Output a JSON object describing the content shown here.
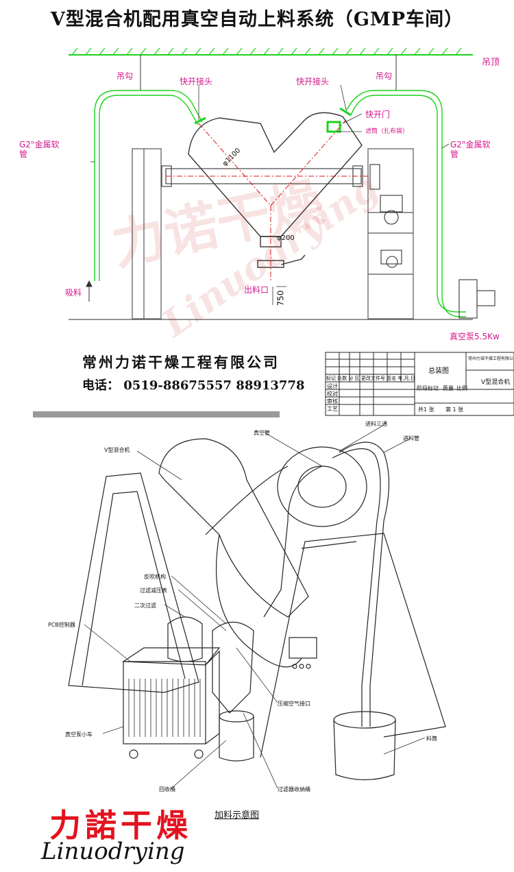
{
  "title": "V型混合机配用真空自动上料系统（GMP车间）",
  "top_diagram": {
    "labels": {
      "ceiling": "吊顶",
      "hook_left": "吊勾",
      "hook_right": "吊勾",
      "quick_coupling_left": "快开接头",
      "quick_coupling_right": "快开接头",
      "quick_door": "快开门",
      "filter": "滤筒（扎布袋）",
      "hose_left_1": "G2\"金属软",
      "hose_left_2": "管",
      "hose_right_1": "G2\"金属软",
      "hose_right_2": "管",
      "diameter_1100": "φ1100",
      "diameter_200": "φ200",
      "suction": "吸料",
      "outlet": "出料口",
      "height_750": "750",
      "vacuum_pump": "真空泵5.5Kw"
    },
    "watermark_cn": "力诺干燥",
    "watermark_en": "Linuodrying"
  },
  "company": {
    "name": "常州力诺干燥工程有限公司",
    "phone": "电话： 0519-88675557  88913778"
  },
  "title_block": {
    "drawing_name": "总装图",
    "company_small": "常州力诺干燥工程有限公",
    "product": "V型混合机",
    "row_header": "标记 处数 分 区 更改文件号 签名 年,月,日",
    "design": "设计",
    "check": "校对",
    "review": "审核",
    "process": "工艺",
    "stage": "阶段标记",
    "weight": "质量",
    "scale": "比例",
    "sheets": "共1 张",
    "sheet_no": "第 1 张"
  },
  "bottom_diagram": {
    "labels": {
      "mixer": "V型混合机",
      "vacuum_tube": "真空管",
      "three_way": "进料三通",
      "feed_tube": "进料管",
      "backblow": "反吹机构",
      "filter_gauge": "过滤减压表",
      "secondary_filter": "二次过滤",
      "pcb": "PCB控制器",
      "vacuum_cart": "真空泵小车",
      "air_inlet": "压缩空气接口",
      "barrel": "料筒",
      "recovery": "回收桶",
      "filter_bin": "过滤器收纳桶"
    }
  },
  "logo": {
    "cn": "力諾干燥",
    "en": "Linuodrying"
  },
  "caption": "加料示意图",
  "colors": {
    "green": "#1bd21b",
    "pink": "#d6168c",
    "red_line": "#e01515",
    "logo_red": "#e3121f"
  }
}
